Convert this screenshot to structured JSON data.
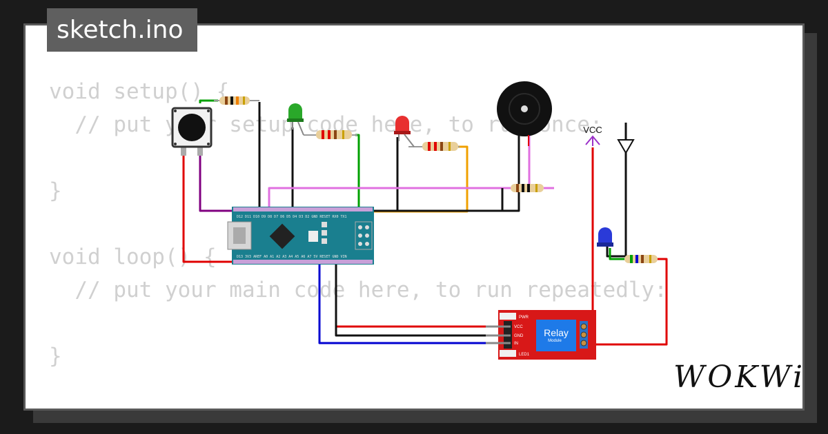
{
  "title": "sketch.ino",
  "code_lines": [
    "void setup() {",
    "  // put your setup code here, to run once:",
    "",
    "}",
    "",
    "void loop() {",
    "  // put your main code here, to run repeatedly:",
    "",
    "}"
  ],
  "logo": "WOKWi",
  "circuit": {
    "vcc_label": "VCC",
    "relay": {
      "title": "Relay",
      "subtitle": "Module",
      "pins": [
        "VCC",
        "GND",
        "IN"
      ],
      "pwr": "PWR",
      "led": "LED1"
    },
    "nano": {
      "reset_label": "RESET",
      "top_pins": "D12 D11 D10 D9 D8 D7 D6 D5 D4 D3 D2 GND RESET RX0 TX1",
      "bottom_pins": "D13 3V3 AREF A0 A1 A2 A3 A4 A5 A6 A7 5V RESET GND VIN"
    }
  },
  "colors": {
    "red_wire": "#e00000",
    "black_wire": "#111111",
    "blue_wire": "#0000d0",
    "green_wire": "#00a000",
    "purple_wire": "#800080",
    "pink_wire": "#e070e0",
    "orange_wire": "#f0a000",
    "nano_board": "#1a7f8f",
    "relay_board": "#d81818"
  }
}
